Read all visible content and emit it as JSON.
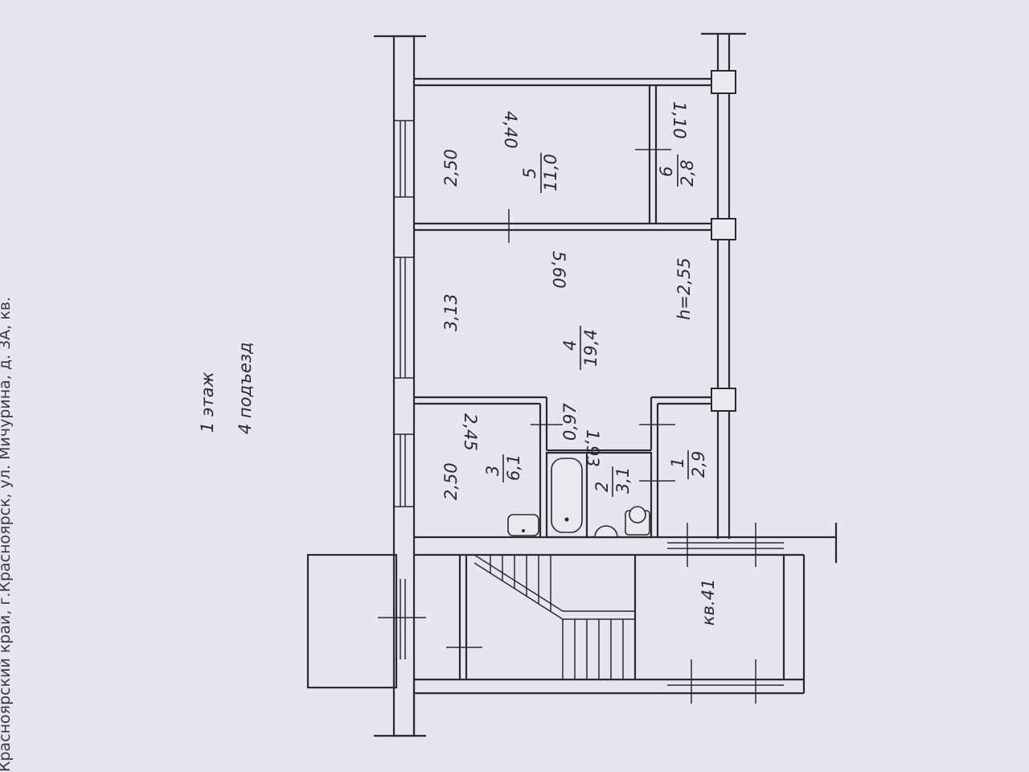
{
  "header": {
    "address": "Красноярский край, г.Красноярск, ул. Мичурина, д. 3А, кв."
  },
  "floor_label": "1  этаж",
  "entrance_label": "4  подъезд",
  "apartment_label": "кв.41",
  "ceiling_height": "h=2,55",
  "rooms": [
    {
      "number": "1",
      "area": "2,9"
    },
    {
      "number": "2",
      "area": "3,1"
    },
    {
      "number": "3",
      "area": "6,1"
    },
    {
      "number": "4",
      "area": "19,4"
    },
    {
      "number": "5",
      "area": "11,0"
    },
    {
      "number": "6",
      "area": "2,8"
    }
  ],
  "dimensions": {
    "room5_length": "4,40",
    "room5_width": "2,50",
    "room6_length": "1,10",
    "room4_length": "5,60",
    "room4_width": "3,13",
    "room3_length": "2,45",
    "room3_width": "2,50",
    "corridor_width": "0,97",
    "corridor_length": "1,93"
  }
}
